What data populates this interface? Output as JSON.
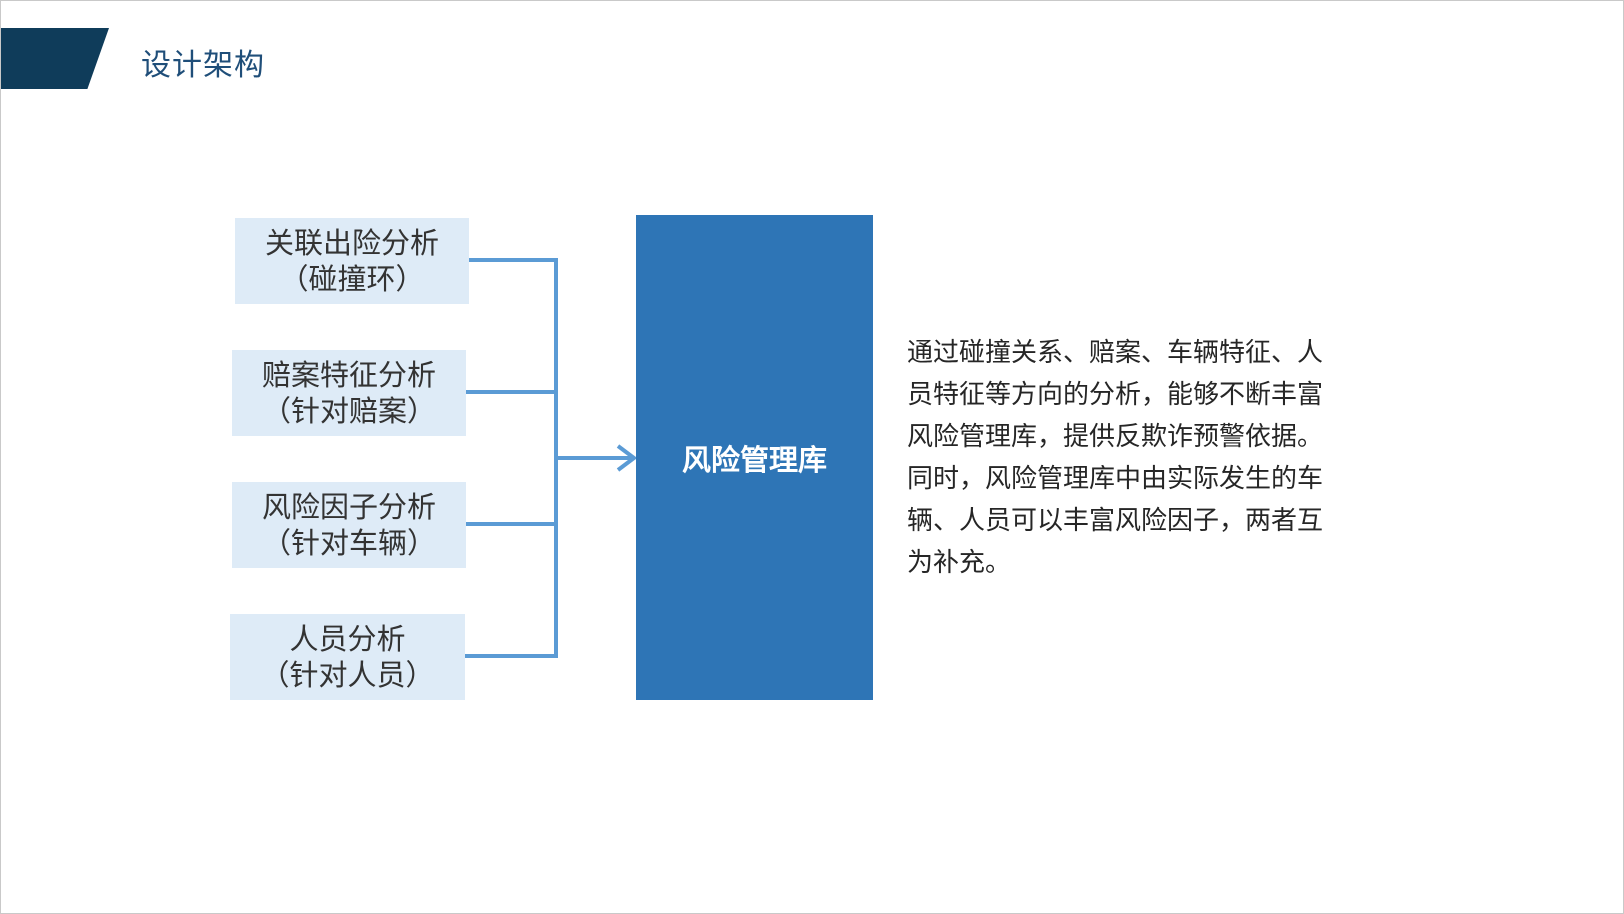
{
  "header": {
    "title": "设计架构"
  },
  "diagram": {
    "sources": [
      {
        "line1": "关联出险分析",
        "line2": "（碰撞环）"
      },
      {
        "line1": "赔案特征分析",
        "line2": "（针对赔案）"
      },
      {
        "line1": "风险因子分析",
        "line2": "（针对车辆）"
      },
      {
        "line1": "人员分析",
        "line2": "（针对人员）"
      }
    ],
    "target": "风险管理库"
  },
  "description": "通过碰撞关系、赔案、车辆特征、人员特征等方向的分析，能够不断丰富风险管理库，提供反欺诈预警依据。同时，风险管理库中由实际发生的车辆、人员可以丰富风险因子，两者互为补充。",
  "colors": {
    "header_tab": "#0f3c5a",
    "title_text": "#1f4e79",
    "source_box": "#deebf7",
    "hub_fill": "#2e75b6",
    "connector": "#5b9bd5"
  }
}
